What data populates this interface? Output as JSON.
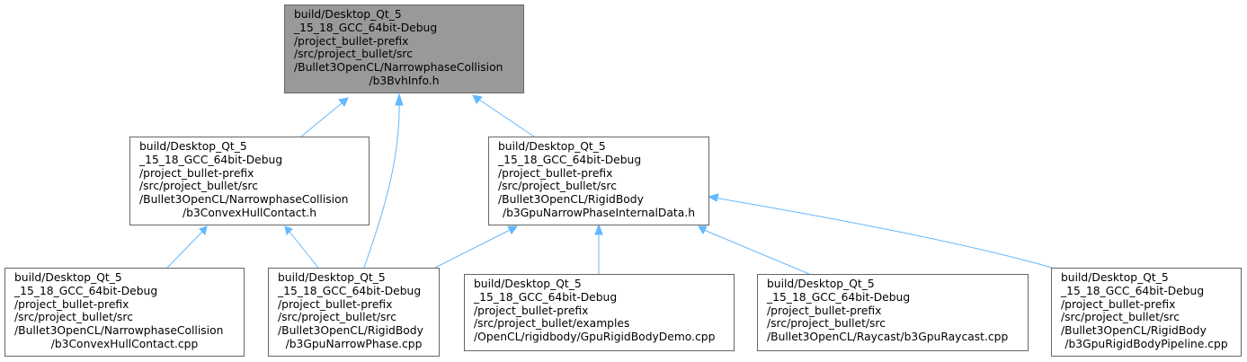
{
  "colors": {
    "edge": "#63b8ff",
    "node_border": "#666666",
    "root_fill": "#999999",
    "node_fill": "#ffffff"
  },
  "nodes": {
    "root": {
      "lines": [
        "build/Desktop_Qt_5",
        "_15_18_GCC_64bit-Debug",
        "/project_bullet-prefix",
        "/src/project_bullet/src",
        "/Bullet3OpenCL/NarrowphaseCollision",
        "/b3BvhInfo.h"
      ]
    },
    "convex_h": {
      "lines": [
        "build/Desktop_Qt_5",
        "_15_18_GCC_64bit-Debug",
        "/project_bullet-prefix",
        "/src/project_bullet/src",
        "/Bullet3OpenCL/NarrowphaseCollision",
        "/b3ConvexHullContact.h"
      ]
    },
    "internal_h": {
      "lines": [
        "build/Desktop_Qt_5",
        "_15_18_GCC_64bit-Debug",
        "/project_bullet-prefix",
        "/src/project_bullet/src",
        "/Bullet3OpenCL/RigidBody",
        "/b3GpuNarrowPhaseInternalData.h"
      ]
    },
    "convex_cpp": {
      "lines": [
        "build/Desktop_Qt_5",
        "_15_18_GCC_64bit-Debug",
        "/project_bullet-prefix",
        "/src/project_bullet/src",
        "/Bullet3OpenCL/NarrowphaseCollision",
        "/b3ConvexHullContact.cpp"
      ]
    },
    "narrow_cpp": {
      "lines": [
        "build/Desktop_Qt_5",
        "_15_18_GCC_64bit-Debug",
        "/project_bullet-prefix",
        "/src/project_bullet/src",
        "/Bullet3OpenCL/RigidBody",
        "/b3GpuNarrowPhase.cpp"
      ]
    },
    "demo_cpp": {
      "lines": [
        "build/Desktop_Qt_5",
        "_15_18_GCC_64bit-Debug",
        "/project_bullet-prefix",
        "/src/project_bullet/examples",
        "/OpenCL/rigidbody/GpuRigidBodyDemo.cpp"
      ]
    },
    "raycast_cpp": {
      "lines": [
        "build/Desktop_Qt_5",
        "_15_18_GCC_64bit-Debug",
        "/project_bullet-prefix",
        "/src/project_bullet/src",
        "/Bullet3OpenCL/Raycast/b3GpuRaycast.cpp"
      ]
    },
    "pipeline_cpp": {
      "lines": [
        "build/Desktop_Qt_5",
        "_15_18_GCC_64bit-Debug",
        "/project_bullet-prefix",
        "/src/project_bullet/src",
        "/Bullet3OpenCL/RigidBody",
        "/b3GpuRigidBodyPipeline.cpp"
      ]
    }
  }
}
